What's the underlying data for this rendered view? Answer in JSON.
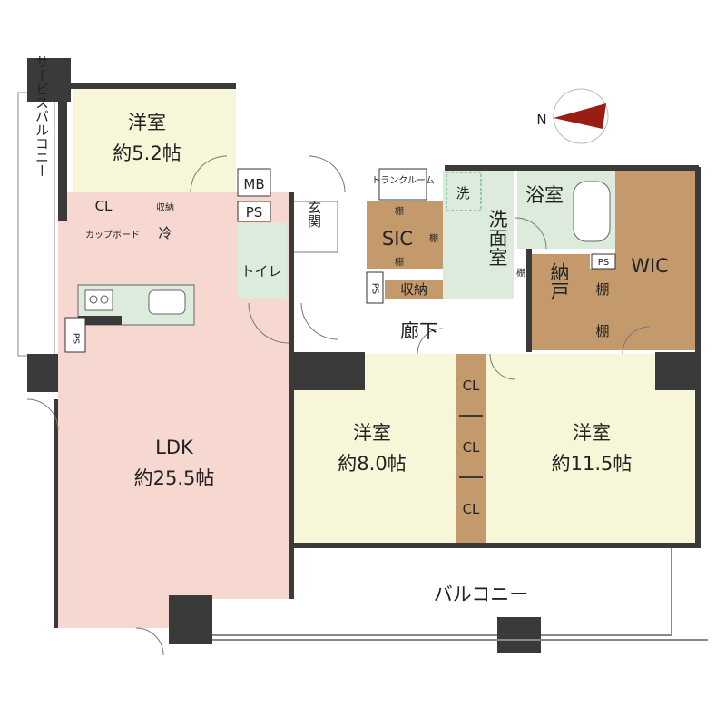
{
  "rooms": {
    "western_room_small": {
      "name": "洋室",
      "size": "約5.2帖"
    },
    "ldk": {
      "name": "LDK",
      "size": "約25.5帖"
    },
    "western_room_mid": {
      "name": "洋室",
      "size": "約8.0帖"
    },
    "western_room_large": {
      "name": "洋室",
      "size": "約11.5帖"
    },
    "service_balcony": "サービスバルコニー",
    "balcony": "バルコニー",
    "entrance": "玄関",
    "corridor": "廊下",
    "toilet": "トイレ",
    "washroom": "洗面室",
    "bathroom": "浴室",
    "wic": "WIC",
    "sic": "SIC",
    "storage_closet": "納戸",
    "trunk_room": "トランクルーム"
  },
  "fixtures": {
    "cl": "CL",
    "storage": "収納",
    "cupboard": "カップボード",
    "fridge": "冷",
    "mb": "MB",
    "ps": "PS",
    "shelf": "棚",
    "washer": "洗"
  },
  "compass": {
    "label": "N"
  },
  "colors": {
    "wall": "#3a3a3a",
    "ldk_floor": "#f7d8d0",
    "room_floor": "#f7f6d8",
    "wet_floor": "#dcebdc",
    "storage": "#b98a5a",
    "corridor": "#ffffff",
    "compass_red": "#9a1d14"
  }
}
